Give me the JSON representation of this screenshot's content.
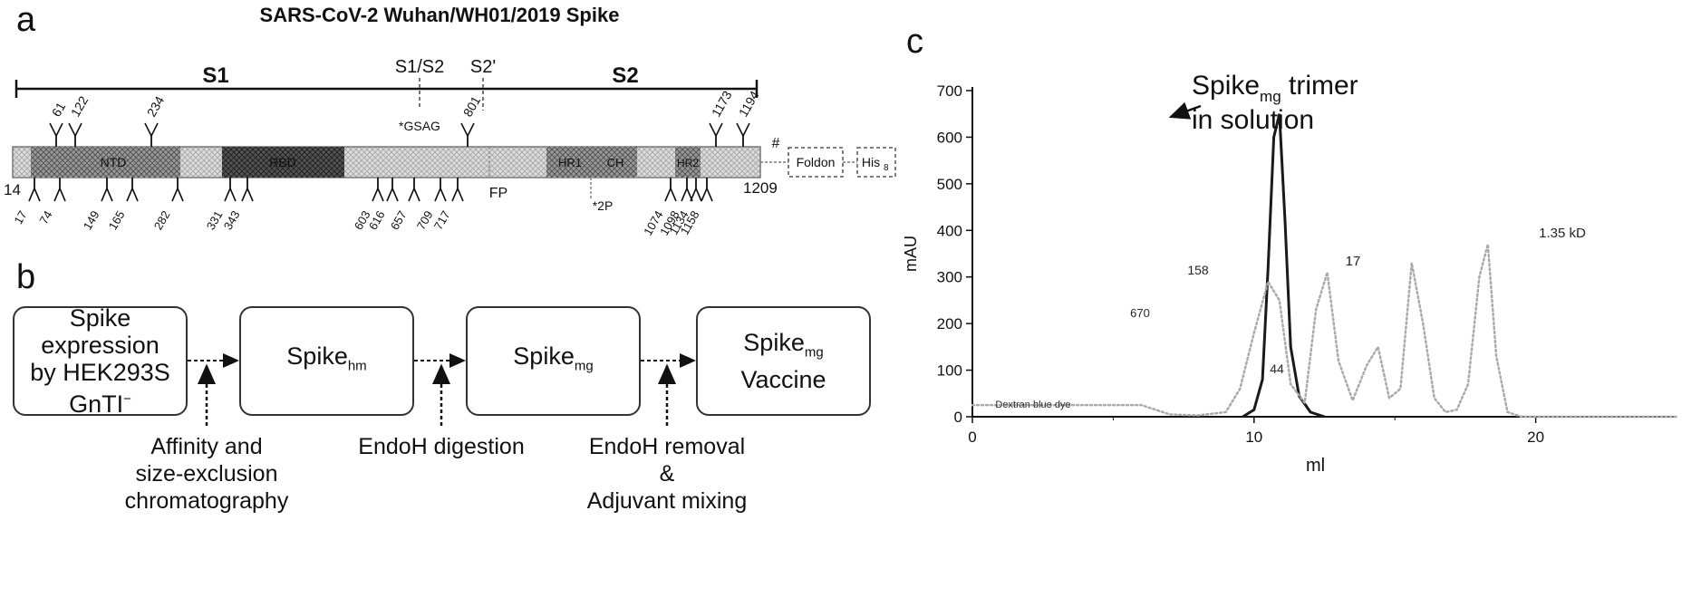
{
  "panel_a": {
    "letter": "a",
    "title": "SARS-CoV-2 Wuhan/WH01/2019 Spike",
    "region_s1": "S1",
    "region_s2": "S2",
    "cleavage_s1s2": "S1/S2",
    "cleavage_s2prime": "S2'",
    "gsas_label": "*GSAG",
    "start_residue": "14",
    "end_residue": "1209",
    "fp_label": "FP",
    "twop_label": "*2P",
    "hash_label": "#",
    "ntd_label": "NTD",
    "rbd_label": "RBD",
    "hr1_label": "HR1",
    "ch_label": "CH",
    "hr2_label": "HR2",
    "foldon_label": "Foldon",
    "his_label": "His",
    "his_subscript": "8",
    "glycans_top": [
      "61",
      "122",
      "234",
      "801",
      "1173",
      "1194"
    ],
    "glycans_bottom": [
      "17",
      "74",
      "149",
      "165",
      "282",
      "331",
      "343",
      "603",
      "616",
      "657",
      "709",
      "717",
      "1074",
      "1098",
      "1134",
      "1158"
    ]
  },
  "panel_b": {
    "letter": "b",
    "boxes": [
      {
        "lines": [
          "Spike expression",
          "by HEK293S",
          "GnTI"
        ],
        "superscript": "−"
      },
      {
        "main": "Spike",
        "sub": "hm"
      },
      {
        "main": "Spike",
        "sub": "mg"
      },
      {
        "main": "Spike",
        "sub": "mg",
        "line2": "Vaccine"
      }
    ],
    "steps": [
      {
        "lines": [
          "Affinity and",
          "size-exclusion",
          "chromatography"
        ]
      },
      {
        "lines": [
          "EndoH digestion"
        ]
      },
      {
        "lines": [
          "EndoH removal",
          "&",
          "Adjuvant mixing"
        ]
      }
    ]
  },
  "panel_c": {
    "letter": "c",
    "annotation_main": "Spike",
    "annotation_sub": "mg",
    "annotation_rest": " trimer",
    "annotation_line2": "in solution",
    "marker_labels": [
      "Dextran blue dye",
      "670",
      "158",
      "44",
      "17",
      "1.35 kD"
    ]
  },
  "chart_data": {
    "type": "line",
    "title": "",
    "xlabel": "ml",
    "ylabel": "mAU",
    "xlim": [
      0,
      25
    ],
    "ylim": [
      0,
      700
    ],
    "xticks": [
      0,
      10,
      20
    ],
    "yticks": [
      0,
      100,
      200,
      300,
      400,
      500,
      600,
      700
    ],
    "grid": false,
    "series": [
      {
        "color": "#1a1a1a",
        "style": "solid",
        "x": [
          9.6,
          10.0,
          10.3,
          10.5,
          10.7,
          10.9,
          11.1,
          11.3,
          11.6,
          12.0,
          12.5
        ],
        "y": [
          0,
          15,
          80,
          320,
          600,
          650,
          420,
          150,
          45,
          10,
          0
        ]
      },
      {
        "color": "#aaaaaa",
        "style": "dotted",
        "x": [
          0,
          2,
          4,
          6,
          7,
          8,
          9,
          9.5,
          10,
          10.5,
          10.9,
          11.3,
          11.8,
          12.2,
          12.6,
          13.0,
          13.5,
          14.0,
          14.4,
          14.8,
          15.2,
          15.6,
          16.0,
          16.4,
          16.8,
          17.2,
          17.6,
          18.0,
          18.3,
          18.6,
          19.0,
          19.5,
          20,
          25
        ],
        "y": [
          25,
          25,
          25,
          25,
          5,
          3,
          10,
          60,
          180,
          290,
          250,
          70,
          30,
          230,
          310,
          120,
          35,
          110,
          150,
          40,
          60,
          330,
          200,
          40,
          10,
          15,
          70,
          300,
          370,
          130,
          10,
          0,
          0,
          0
        ]
      }
    ]
  }
}
